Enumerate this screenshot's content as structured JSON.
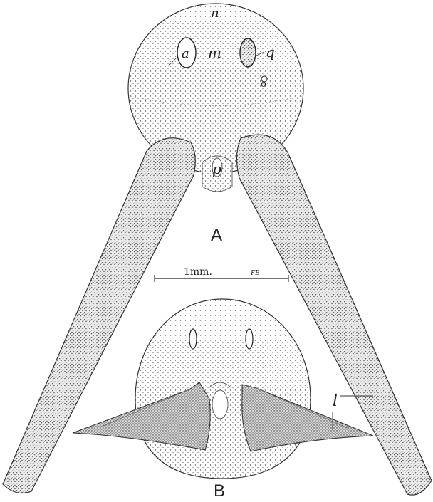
{
  "figure": {
    "labels": {
      "n": "n",
      "a": "a",
      "m": "m",
      "q": "q",
      "o": "o",
      "p": "p",
      "l": "l"
    },
    "panels": {
      "upper": "A",
      "lower": "B"
    },
    "scale_bar": {
      "text": "1mm.",
      "initials": "FB"
    },
    "colors": {
      "ink": "#222222",
      "stipple_light": "#e4e4e4",
      "stipple_dark": "#c9c9c9",
      "background": "#ffffff"
    }
  }
}
